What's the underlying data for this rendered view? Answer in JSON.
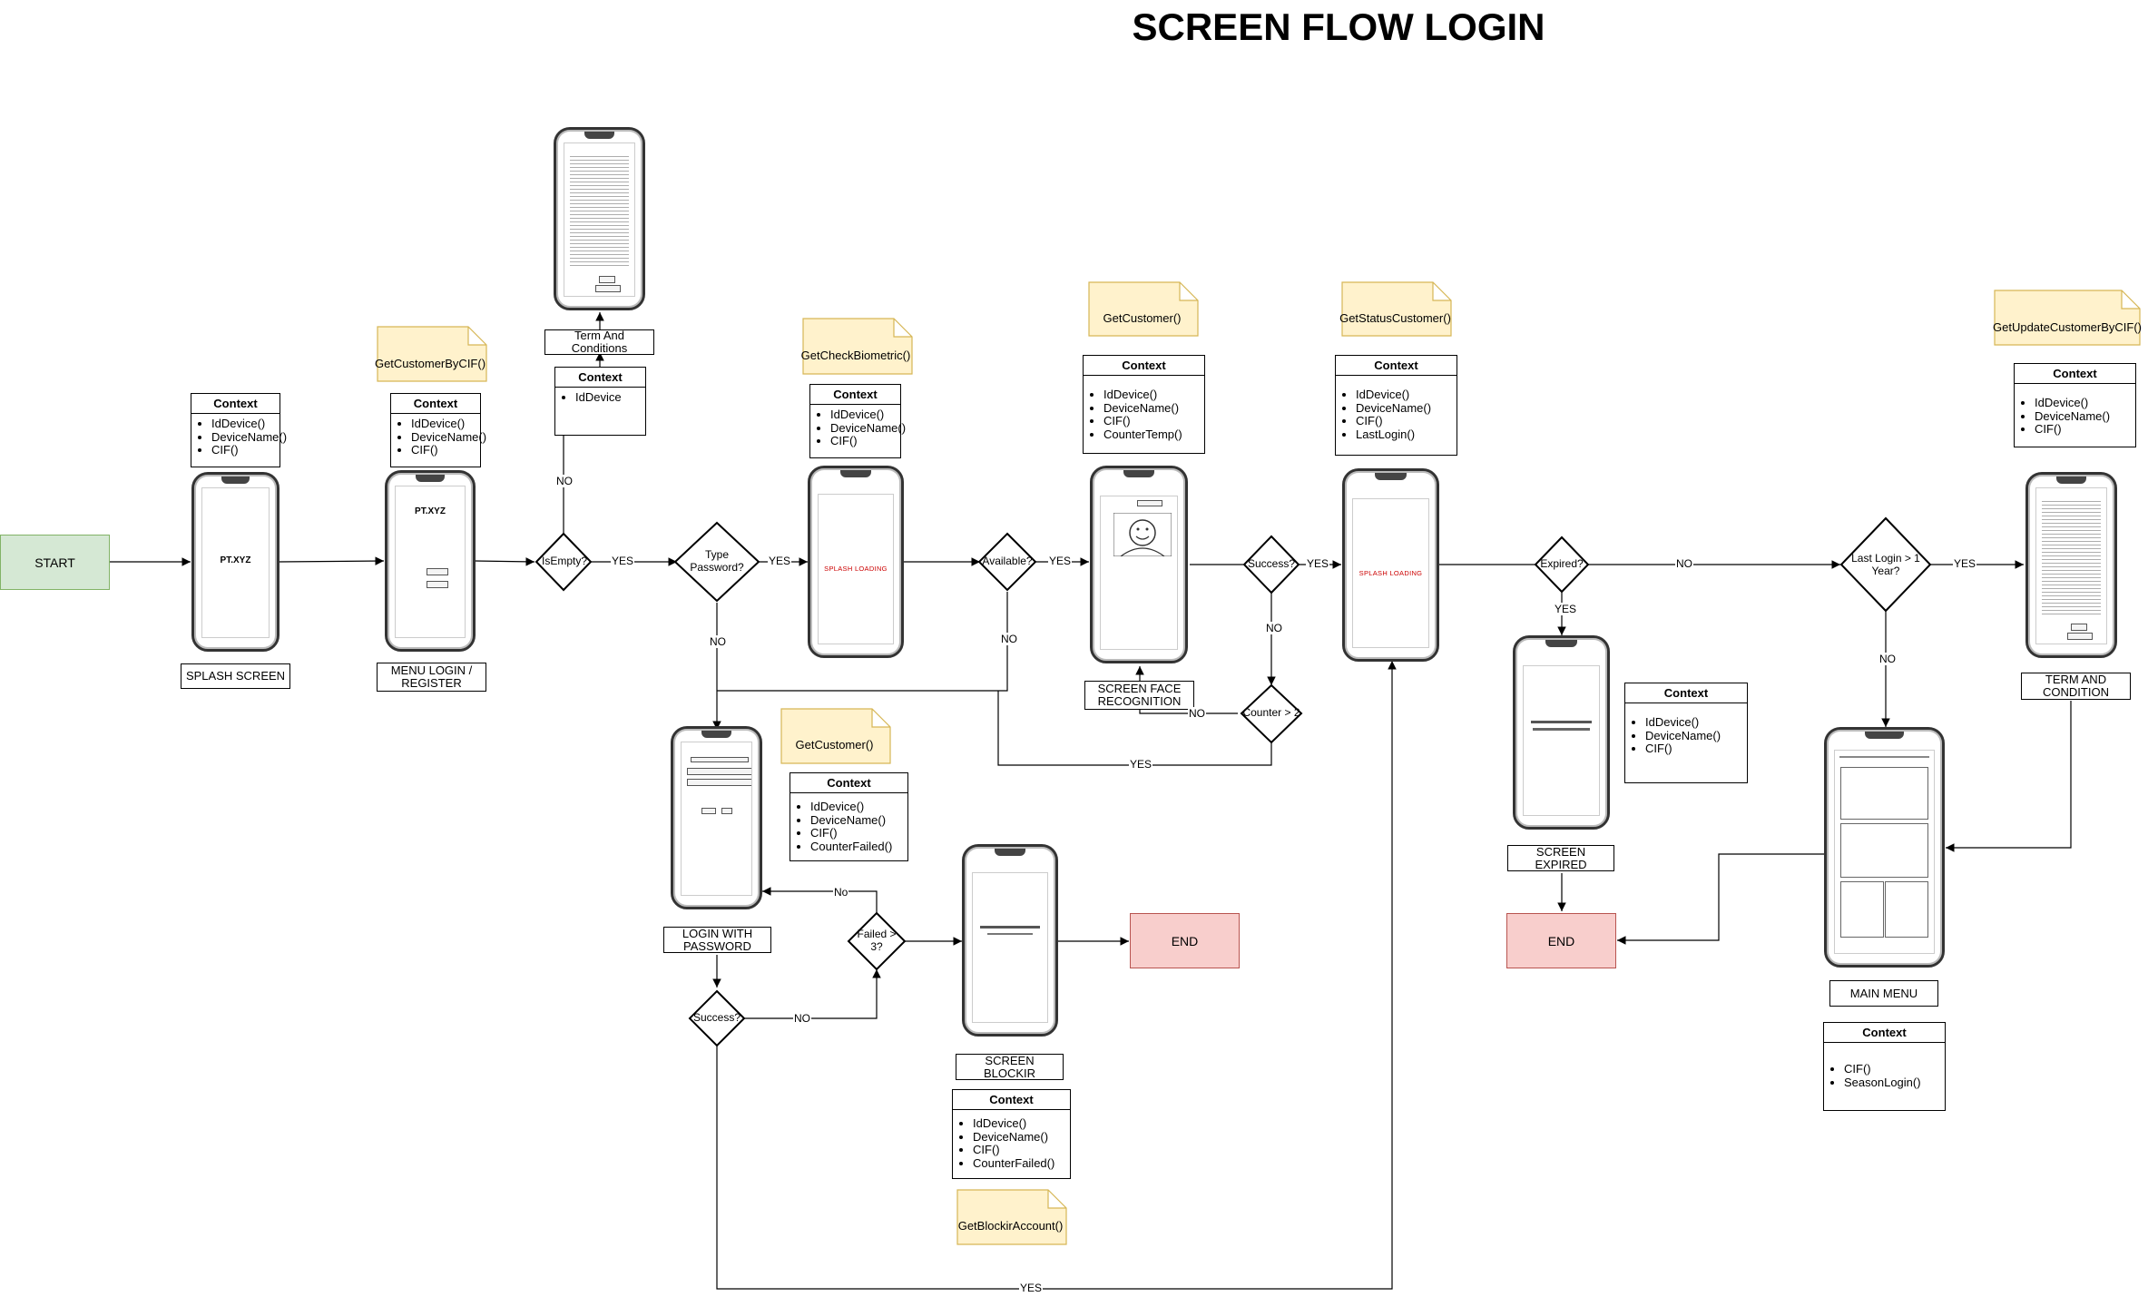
{
  "title": "SCREEN FLOW LOGIN",
  "nodes": {
    "start": "START",
    "end_blocked": "END",
    "end_expired": "END"
  },
  "screens": {
    "splash": {
      "label": "SPLASH SCREEN",
      "screen_text": "PT.XYZ"
    },
    "menu_login": {
      "label": "MENU LOGIN / REGISTER",
      "screen_text": "PT.XYZ"
    },
    "terms_top": {
      "label": "Term And Conditions"
    },
    "splash_loading_1": {
      "screen_text": "SPLASH LOADING"
    },
    "face": {
      "label": "SCREEN FACE RECOGNITION"
    },
    "splash_loading_2": {
      "screen_text": "SPLASH LOADING"
    },
    "login_password": {
      "label": "LOGIN WITH PASSWORD"
    },
    "blockir": {
      "label": "SCREEN BLOCKIR"
    },
    "expired": {
      "label": "SCREEN EXPIRED"
    },
    "main_menu": {
      "label": "MAIN MENU"
    },
    "term_condition": {
      "label": "TERM AND CONDITION"
    }
  },
  "decisions": {
    "is_empty": "IsEmpty?",
    "type_password": "Type Password?",
    "available": "Available?",
    "success_face": "Success?",
    "counter": "Counter > 2",
    "success_password": "Success?",
    "failed": "Failed > 3?",
    "expired": "Expired?",
    "last_login": "Last Login > 1 Year?"
  },
  "edge_labels": {
    "yes": "YES",
    "no": "NO",
    "no_mixed": "No"
  },
  "notes": {
    "get_customer_by_cif": "GetCustomerByCIF()",
    "get_check_biometric": "GetCheckBiometric()",
    "get_customer_1": "GetCustomer()",
    "get_status_customer": "GetStatusCustomer()",
    "get_update_customer": "GetUpdateCustomerByCIF()",
    "get_customer_2": "GetCustomer()",
    "get_blockir_account": "GetBlockirAccount()"
  },
  "contexts": {
    "header": "Context",
    "splash": [
      "IdDevice()",
      "DeviceName()",
      "CIF()"
    ],
    "menu": [
      "IdDevice()",
      "DeviceName()",
      "CIF()"
    ],
    "terms": [
      "IdDevice"
    ],
    "biometric": [
      "IdDevice()",
      "DeviceName()",
      "CIF()"
    ],
    "face": [
      "IdDevice()",
      "DeviceName()",
      "CIF()",
      "CounterTemp()"
    ],
    "status": [
      "IdDevice()",
      "DeviceName()",
      "CIF()",
      "LastLogin()"
    ],
    "update": [
      "IdDevice()",
      "DeviceName()",
      "CIF()"
    ],
    "password": [
      "IdDevice()",
      "DeviceName()",
      "CIF()",
      "CounterFailed()"
    ],
    "blockir": [
      "IdDevice()",
      "DeviceName()",
      "CIF()",
      "CounterFailed()"
    ],
    "expired": [
      "IdDevice()",
      "DeviceName()",
      "CIF()"
    ],
    "main_menu": [
      "CIF()",
      "SeasonLogin()"
    ]
  },
  "colors": {
    "start_fill": "#d5e8d4",
    "end_fill": "#f8cecc",
    "note_fill": "#fff2cc",
    "note_stroke": "#d6b656"
  }
}
